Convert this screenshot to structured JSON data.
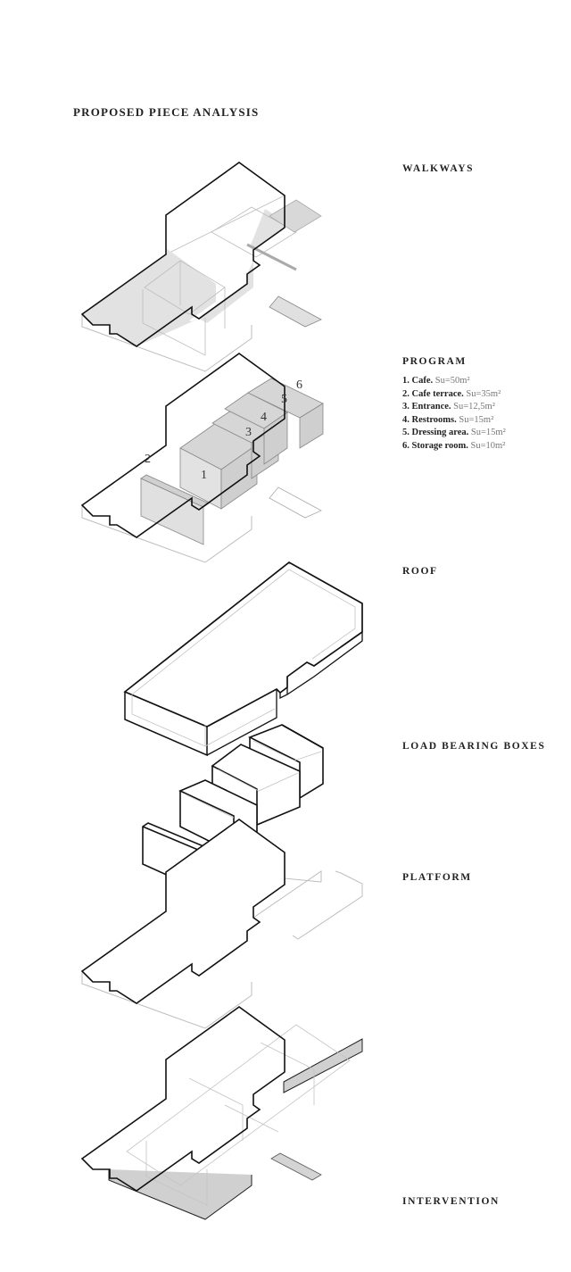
{
  "title": "PROPOSED PIECE ANALYSIS",
  "layers": {
    "walkways": "WALKWAYS",
    "program": "PROGRAM",
    "roof": "ROOF",
    "load_bearing": "LOAD BEARING BOXES",
    "platform": "PLATFORM",
    "intervention": "INTERVENTION"
  },
  "program_items": [
    {
      "label": "1. Cafe.",
      "area": "Su=50m²"
    },
    {
      "label": "2. Cafe terrace.",
      "area": "Su=35m²"
    },
    {
      "label": "3. Entrance.",
      "area": "Su=12,5m²"
    },
    {
      "label": "4. Restrooms.",
      "area": "Su=15m²"
    },
    {
      "label": "5. Dressing area.",
      "area": "Su=15m²"
    },
    {
      "label": "6. Storage room.",
      "area": "Su=10m²"
    }
  ],
  "box_numbers": [
    "1",
    "2",
    "3",
    "4",
    "5",
    "6"
  ],
  "colors": {
    "line": "#111111",
    "faint": "#bdbdbd",
    "shade": "#e4e4e4"
  }
}
